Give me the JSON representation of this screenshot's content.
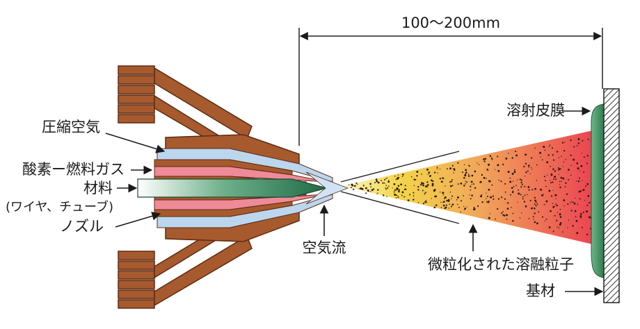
{
  "dimension": {
    "distance": "100〜200mm"
  },
  "labels": {
    "compressed_air": "圧縮空気",
    "oxy_fuel_gas": "酸素ー燃料ガス",
    "material": "材料",
    "material_sub": "(ワイヤ、チューブ)",
    "nozzle": "ノズル",
    "air_flow": "空気流",
    "atomized_particles": "微粒化された溶融粒子",
    "sprayed_coating": "溶射皮膜",
    "substrate": "基材"
  },
  "colors": {
    "nozzle_brown": "#9c4f28",
    "nozzle_dark": "#5e2a12",
    "air_blue": "#bcd6ee",
    "gas_pink": "#ef8a98",
    "rod_green": "#2f7a55",
    "coating_green": "#3f8f5a",
    "spray_yellow": "#f2d84a",
    "spray_red": "#ea3f4a"
  }
}
